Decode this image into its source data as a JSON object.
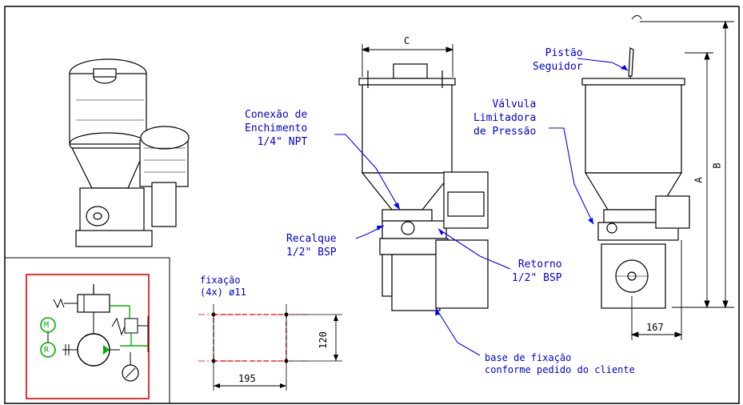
{
  "labels": {
    "dim_c": "C",
    "dim_a": "A",
    "dim_b": "B",
    "dim_167": "167",
    "dim_195": "195",
    "dim_120": "120",
    "pistao": [
      "Pistão",
      "Seguidor"
    ],
    "valvula": [
      "Válvula",
      "Limitadora",
      "de Pressão"
    ],
    "conexao": [
      "Conexão de",
      "Enchimento",
      "1/4\" NPT"
    ],
    "recalque": [
      "Recalque",
      "1/2\" BSP"
    ],
    "retorno": [
      "Retorno",
      "1/2\" BSP"
    ],
    "fixacao": [
      "fixação",
      "(4x) ø11"
    ],
    "base": [
      "base de fixação",
      "conforme pedido do cliente"
    ],
    "schematic_m": "M",
    "schematic_r": "R"
  },
  "colors": {
    "text_blue": "#0000d0",
    "line_blue": "#0000ff",
    "schematic_border": "#e00000",
    "schematic_green": "#00b000",
    "fix_red": "#e00000",
    "ink": "#000000"
  }
}
